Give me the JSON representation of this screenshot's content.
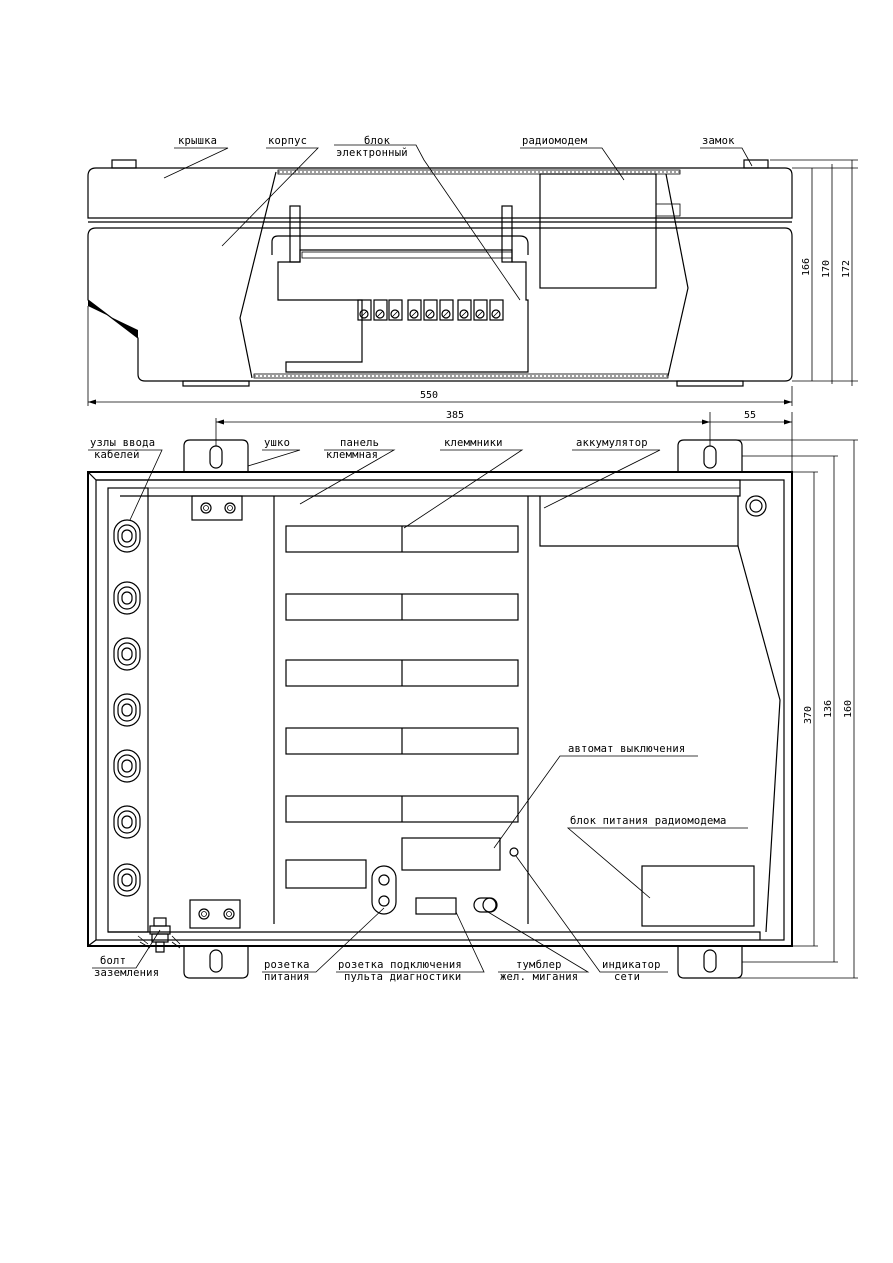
{
  "labels": {
    "kryshka": "крышка",
    "korpus": "корпус",
    "blok_1": "блок",
    "blok_2": "электронный",
    "radiomodem": "радиомодем",
    "zamok": "замок",
    "uzly_1": "узлы ввода",
    "uzly_2": "кабелей",
    "ushko": "ушко",
    "panel_1": "панель",
    "panel_2": "клеммная",
    "klemmniki": "клеммники",
    "akkumulyator": "аккумулятор",
    "avtomat": "автомат выключения",
    "blok_pitaniya": "блок питания радиомодема",
    "bolt_1": "болт",
    "bolt_2": "заземления",
    "rozetka_pit_1": "розетка",
    "rozetka_pit_2": "питания",
    "rozetka_pod_1": "розетка подключения",
    "rozetka_pod_2": "пульта диагностики",
    "tumbler_1": "тумблер",
    "tumbler_2": "жел. мигания",
    "indikator_1": "индикатор",
    "indikator_2": "сети"
  },
  "dimensions": {
    "d166": "166",
    "d170": "170",
    "d172": "172",
    "d550": "550",
    "d385": "385",
    "d55": "55",
    "d370": "370",
    "d136": "136",
    "d160": "160"
  }
}
